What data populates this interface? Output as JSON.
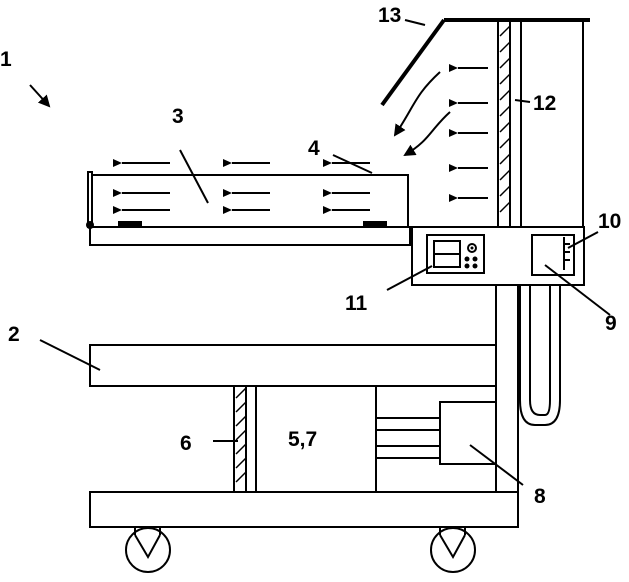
{
  "labels": {
    "l1": "1",
    "l2": "2",
    "l3": "3",
    "l4": "4",
    "l57": "5,7",
    "l6": "6",
    "l8": "8",
    "l9": "9",
    "l10": "10",
    "l11": "11",
    "l12": "12",
    "l13": "13"
  }
}
